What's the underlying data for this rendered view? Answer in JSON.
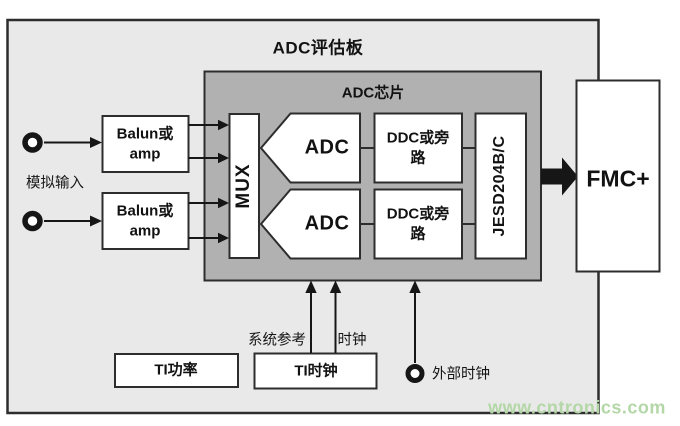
{
  "board": {
    "title": "ADC评估板"
  },
  "chip": {
    "title": "ADC芯片",
    "mux_label": "MUX",
    "adc_top_label": "ADC",
    "adc_bottom_label": "ADC",
    "ddc_top": {
      "line1": "DDC或旁",
      "line2": "路"
    },
    "ddc_bottom": {
      "line1": "DDC或旁",
      "line2": "路"
    },
    "jesd_label": "JESD204B/C"
  },
  "analog": {
    "input_label": "模拟输入",
    "balun_top": {
      "line1": "Balun或",
      "line2": "amp"
    },
    "balun_bottom": {
      "line1": "Balun或",
      "line2": "amp"
    }
  },
  "output": {
    "fmc_label": "FMC+"
  },
  "bottom": {
    "ti_power_label": "TI功率",
    "ti_clock_label": "TI时钟",
    "sysref_label": "系统参考",
    "clock_label": "时钟",
    "ext_clock_label": "外部时钟"
  },
  "watermark": {
    "text": "www.cntronics.com",
    "color": "#b3d7a6"
  },
  "colors": {
    "board_bg": "#e9e9e9",
    "chip_bg": "#b1b1b1",
    "box_fill": "#ffffff",
    "border": "#2d2d2d",
    "arrow": "#161616"
  }
}
